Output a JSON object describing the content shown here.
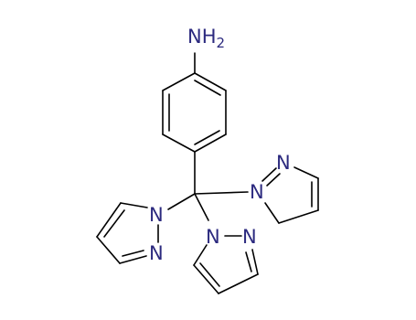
{
  "colors": {
    "bond": "#000000",
    "heteroatom": "#2c2a7f",
    "background": "#ffffff"
  },
  "atoms": {
    "amine": {
      "element": "N",
      "hydrogens": "H",
      "count": "2"
    },
    "n_left_1": "N",
    "n_left_2": "N",
    "n_right_1": "N",
    "n_right_2": "N",
    "n_bottom_1": "N",
    "n_bottom_2": "N"
  }
}
